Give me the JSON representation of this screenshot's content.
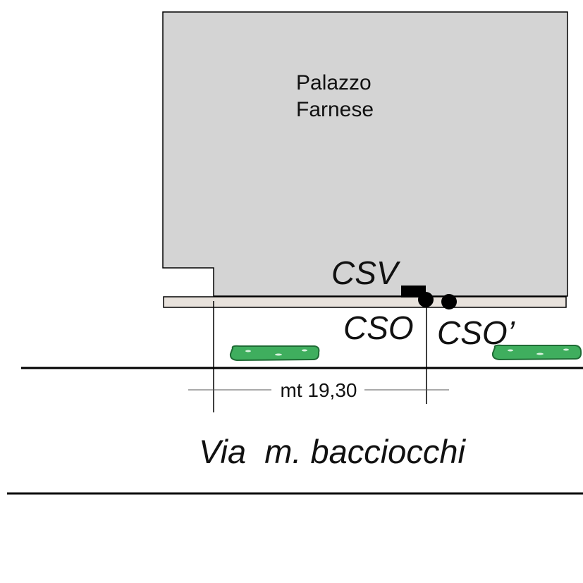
{
  "building": {
    "name_line1": "Palazzo",
    "name_line2": "Farnese"
  },
  "labels": {
    "csv": "CSV",
    "cso": "CSO",
    "cso_prime": "CSO’"
  },
  "dimension": {
    "label": "mt 19,30"
  },
  "street": {
    "name": "Via  m. bacciocchi"
  },
  "colors": {
    "building_fill": "#d4d4d4",
    "sidewalk_fill": "#e8e2dc",
    "hedge_fill": "#3fae5e",
    "hedge_outline": "#1f6b35",
    "line": "#000000"
  }
}
